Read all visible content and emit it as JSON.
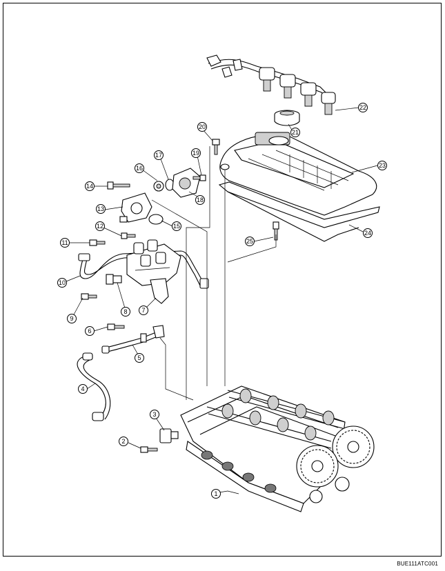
{
  "figure_code": "BUE111ATC001",
  "callouts": [
    "1",
    "2",
    "3",
    "4",
    "5",
    "6",
    "7",
    "8",
    "9",
    "10",
    "11",
    "12",
    "13",
    "14",
    "15",
    "16",
    "17",
    "18",
    "19",
    "20",
    "21",
    "22",
    "23",
    "24",
    "25"
  ]
}
